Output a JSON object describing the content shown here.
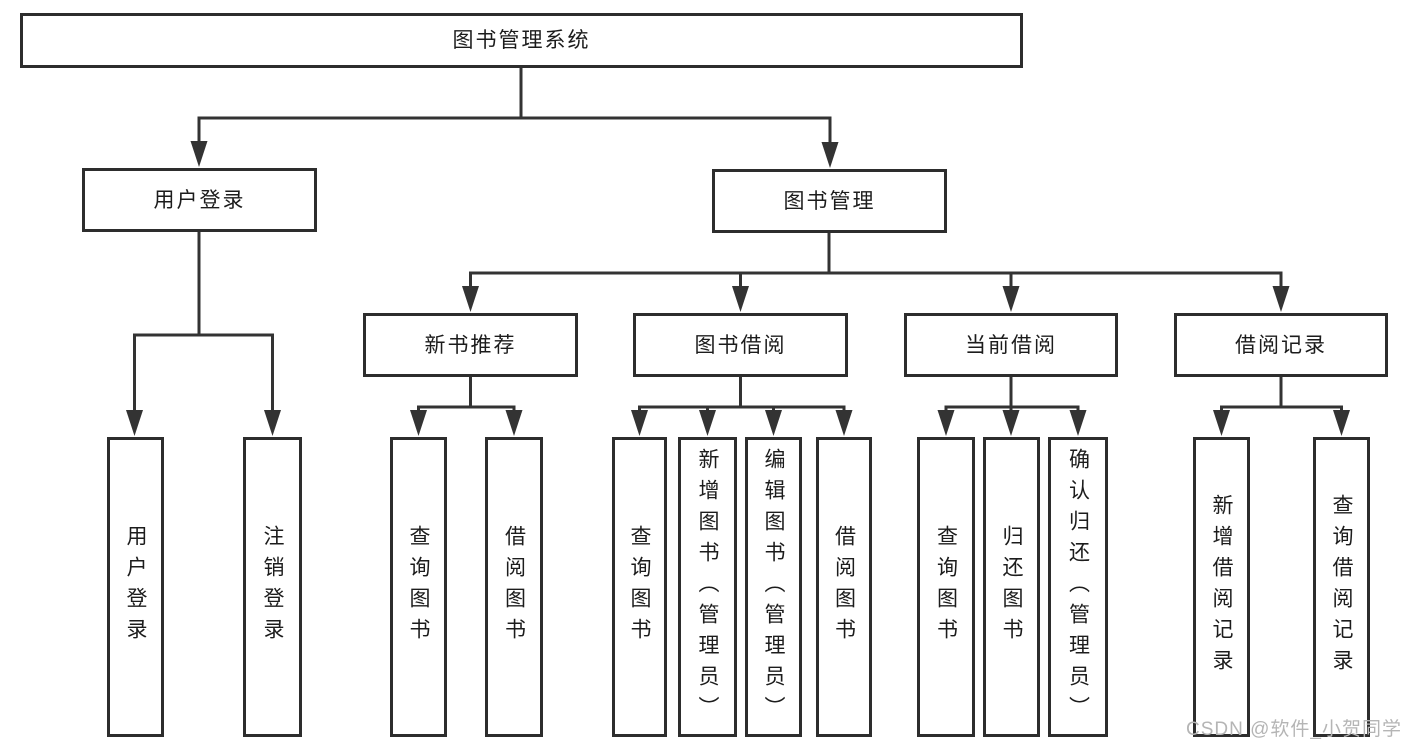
{
  "nodes": {
    "root": "图书管理系统",
    "user_login": "用户登录",
    "book_mgmt": "图书管理",
    "new_book_rec": "新书推荐",
    "book_borrow": "图书借阅",
    "current_borrow": "当前借阅",
    "borrow_records": "借阅记录",
    "leaf_user_login": "用户登录",
    "leaf_logout": "注销登录",
    "leaf_rec_query": "查询图书",
    "leaf_rec_borrow": "借阅图书",
    "leaf_bb_query": "查询图书",
    "leaf_bb_add": "新增图书（管理员）",
    "leaf_bb_edit": "编辑图书（管理员）",
    "leaf_bb_borrow": "借阅图书",
    "leaf_cb_query": "查询图书",
    "leaf_cb_return": "归还图书",
    "leaf_cb_confirm": "确认归还（管理员）",
    "leaf_br_new": "新增借阅记录",
    "leaf_br_query": "查询借阅记录"
  },
  "watermark": "CSDN @软件_小贺同学",
  "colors": {
    "line": "#333333",
    "box_border": "#2d2d2d",
    "text": "#1c1c1c",
    "watermark": "#b5b5b5",
    "background": "#ffffff"
  }
}
